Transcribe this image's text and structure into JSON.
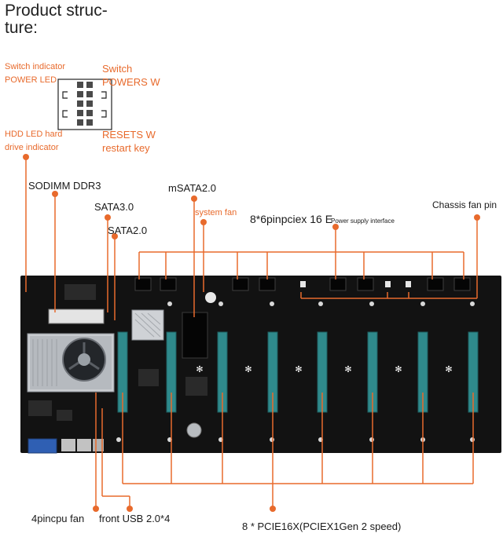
{
  "title": {
    "line1": "Product struc-",
    "line2": "ture:"
  },
  "colors": {
    "callout": "#e86a2c",
    "board": "#121212",
    "pcie_slot": "#2f8a8c",
    "header_pin": "#4a4a4a"
  },
  "front_panel_header": {
    "switch_indicator_line1": "Switch indicator",
    "switch_indicator_line2": "POWER LED",
    "switch_line1": "Switch",
    "switch_line2": "POWERS W",
    "hdd_line1": "HDD LED hard",
    "hdd_line2": "drive indicator",
    "resets_line1": "RESETS W",
    "resets_line2": "restart key"
  },
  "callouts": {
    "sodimm": "SODIMM DDR3",
    "msata": "mSATA2.0",
    "sata3": "SATA3.0",
    "sata2": "SATA2.0",
    "system_fan": "system fan",
    "pcie_power": "8*6pinpciex 16 E",
    "power_supply": "Power supply interface",
    "chassis_fan": "Chassis fan pin",
    "cpu_fan": "4pincpu fan",
    "front_usb": "front USB 2.0*4",
    "pcie_slots": "8 * PCIE16X(PCIEX1Gen 2 speed)"
  },
  "board": {
    "pcie_slot_count": 8
  }
}
